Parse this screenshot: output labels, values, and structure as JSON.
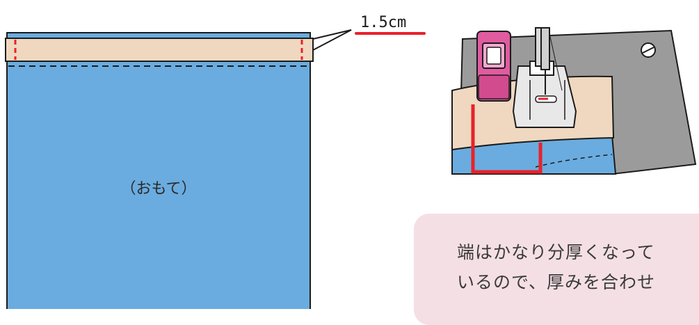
{
  "fabric_panel": {
    "label": "（おもて）",
    "body_color": "#6aacdf",
    "hem_color": "#efd8bf",
    "stitch_color": "#e8222b"
  },
  "measurement": {
    "value": "1.5cm"
  },
  "sewing_illustration": {
    "clip_color": "#e05ba0",
    "plate_color": "#9a9a9a",
    "fabric_color": "#efd8bf"
  },
  "note": {
    "text": "端はかなり分厚くなって\nいるので、厚みを合わせ"
  }
}
